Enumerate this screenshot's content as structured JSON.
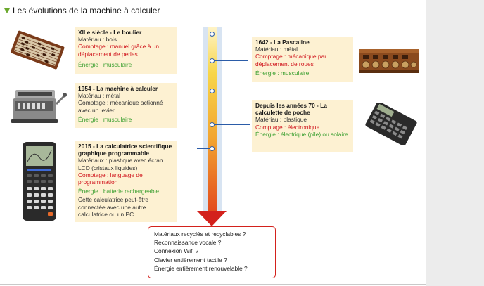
{
  "title": "Les évolutions de la machine à calculer",
  "colors": {
    "accent_green": "#3da032",
    "accent_red": "#d0141c",
    "box_bg": "#fdf1d2",
    "timeline_blue": "#2b5ca8"
  },
  "machines": {
    "boulier": {
      "heading": "XII e siècle - Le boulier",
      "material": "Matériau : bois",
      "counting": "Comptage : manuel grâce à un déplacement de perles",
      "energy": "Énergie : musculaire"
    },
    "machine_1954": {
      "heading": "1954 - La machine à calculer",
      "material": "Matériau : métal",
      "counting": "Comptage : mécanique actionné avec un levier",
      "energy": "Énergie : musculaire"
    },
    "calculatrice_2015": {
      "heading": "2015 - La calculatrice scientifique graphique programmable",
      "material": "Matériaux : plastique avec écran LCD (cristaux liquides)",
      "counting": "Comptage : language de programmation",
      "energy": "Énergie : batterie rechargeable",
      "note": "Cette calculatrice peut-être connectée avec une autre calculatrice ou un PC."
    },
    "pascaline": {
      "heading": "1642 - La Pascaline",
      "material": "Matériau : métal",
      "counting": "Comptage : mécanique par déplacement de roues",
      "energy": "Énergie : musculaire"
    },
    "calculette": {
      "heading": "Depuis les années 70 - La calculette de poche",
      "material": "Matériau : plastique",
      "counting": "Comptage : électronique",
      "energy": "Énergie : électrique (pile) ou solaire"
    }
  },
  "future": [
    "Matériaux recyclés et recyclables ?",
    "Reconnaissance vocale ?",
    "Connexion Wifi ?",
    "Clavier entièrement tactile ?",
    "Énergie entièrement renouvelable ?"
  ],
  "icons": [
    "abacus-image",
    "mechanical-calculator-image",
    "graphing-calculator-image",
    "pascaline-image",
    "pocket-calculator-image"
  ]
}
